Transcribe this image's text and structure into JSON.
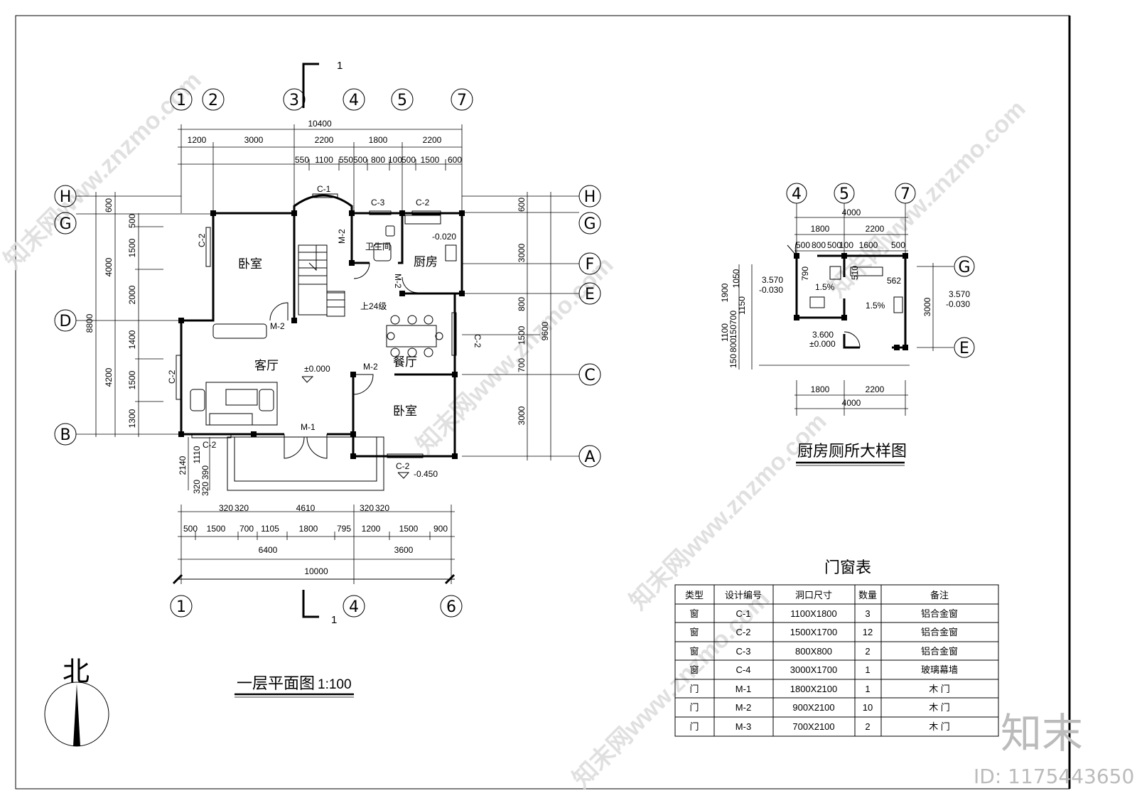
{
  "main_plan": {
    "title": "一层平面图",
    "scale": "1:100",
    "section_mark": "1",
    "north_label": "北",
    "top_axes": [
      "1",
      "2",
      "3",
      "4",
      "5",
      "7"
    ],
    "bottom_axes": [
      "1",
      "4",
      "6"
    ],
    "left_axes": [
      "H",
      "G",
      "D",
      "B"
    ],
    "right_axes": [
      "H",
      "G",
      "F",
      "E",
      "C",
      "A"
    ],
    "top_dims_total": "10400",
    "top_dims_row1": [
      "1200",
      "3000",
      "2200",
      "1800",
      "2200"
    ],
    "top_dims_row2": [
      "550",
      "1100",
      "550",
      "500",
      "800",
      "100",
      "500",
      "1500",
      "600"
    ],
    "left_dims_total": "8800",
    "left_dims_row1": [
      "600",
      "4000",
      "4200"
    ],
    "left_dims_row2": [
      "500",
      "1500",
      "2000",
      "1400",
      "1500",
      "1300"
    ],
    "right_dims_total": "9600",
    "right_dims_row1": [
      "600",
      "3000",
      "800",
      "1500",
      "700",
      "3000"
    ],
    "bottom_dims_total": "10000",
    "bottom_dims_row1": [
      "6400",
      "3600"
    ],
    "bottom_dims_row2": [
      "500",
      "1500",
      "700",
      "1105",
      "1800",
      "795",
      "1200",
      "1500",
      "900"
    ],
    "bottom_dims_row3": [
      "320",
      "320",
      "4610",
      "320",
      "320"
    ],
    "vert_small_dims": [
      "2140",
      "1110",
      "320",
      "390",
      "320"
    ],
    "rooms": [
      "卧室",
      "厨房",
      "卫生间",
      "客厅",
      "餐厅",
      "卧室"
    ],
    "labels": {
      "c1": "C-1",
      "c2": "C-2",
      "c3": "C-3",
      "m1": "M-1",
      "m2": "M-2",
      "stair": "上24级",
      "level0": "±0.000",
      "level_kitchen": "-0.020",
      "level_out": "-0.450"
    }
  },
  "detail": {
    "title": "厨房厕所大样图",
    "axes_top": [
      "4",
      "5",
      "7"
    ],
    "axes_right": [
      "G",
      "E"
    ],
    "dims_total_top": "4000",
    "dims_top_row1": [
      "1800",
      "2200"
    ],
    "dims_top_row2": [
      "500",
      "800",
      "500",
      "100",
      "1600",
      "500"
    ],
    "dims_bottom_row1": [
      "1800",
      "2200"
    ],
    "dims_total_bottom": "4000",
    "left_dims": [
      "1900",
      "1050",
      "1100",
      "150",
      "800",
      "150",
      "700",
      "1150"
    ],
    "right_dim": "3000",
    "labels": {
      "el1": "3.570",
      "el1b": "-0.030",
      "el2": "3.570",
      "el2b": "-0.030",
      "el3": "3.600",
      "el3b": "±0.000",
      "slope": "1.5%",
      "n790": "790",
      "n510": "510",
      "n562": "562"
    }
  },
  "door_window_table": {
    "title": "门窗表",
    "headers": [
      "类型",
      "设计编号",
      "洞口尺寸",
      "数量",
      "备注"
    ],
    "rows": [
      [
        "窗",
        "C-1",
        "1100X1800",
        "3",
        "铝合金窗"
      ],
      [
        "窗",
        "C-2",
        "1500X1700",
        "12",
        "铝合金窗"
      ],
      [
        "窗",
        "C-3",
        "800X800",
        "2",
        "铝合金窗"
      ],
      [
        "窗",
        "C-4",
        "3000X1700",
        "1",
        "玻璃幕墙"
      ],
      [
        "门",
        "M-1",
        "1800X2100",
        "1",
        "木 门"
      ],
      [
        "门",
        "M-2",
        "900X2100",
        "10",
        "木 门"
      ],
      [
        "门",
        "M-3",
        "700X2100",
        "2",
        "木 门"
      ]
    ]
  },
  "watermark": {
    "brand": "知末",
    "id_text": "ID: 1175443650",
    "site": "知末网www.znzmo.com"
  }
}
